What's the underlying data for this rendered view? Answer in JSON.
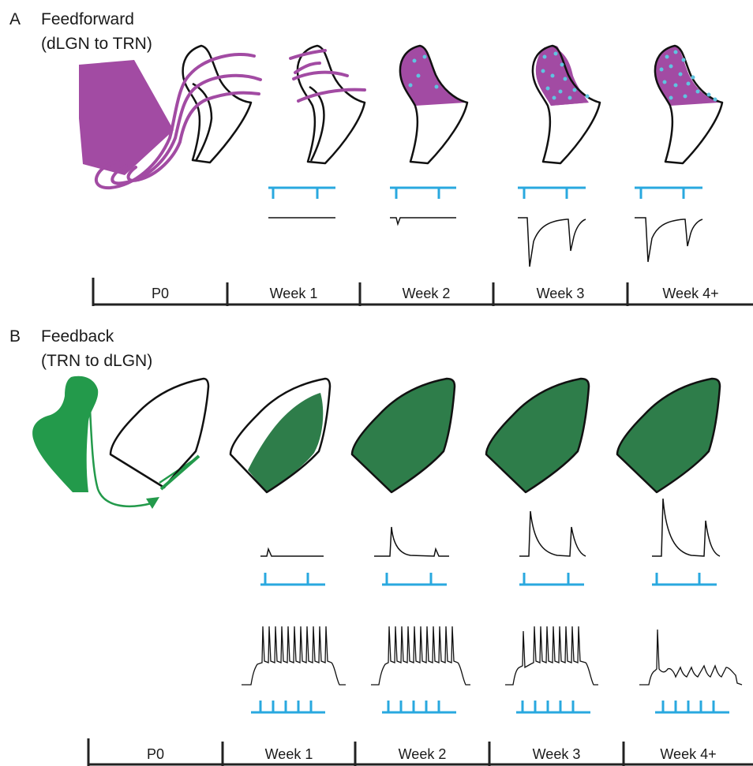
{
  "panel_a": {
    "letter": "A",
    "title": "Feedforward",
    "subtitle": "(dLGN to TRN)",
    "timeline": [
      "P0",
      "Week 1",
      "Week 2",
      "Week 3",
      "Week 4+"
    ],
    "colors": {
      "projection": "#a24ba3",
      "stimulus": "#29a8df",
      "bouton": "#5fc4e0",
      "outline": "#111111"
    },
    "response_amplitude_relative": [
      0,
      0,
      0.15,
      1.0,
      0.9
    ]
  },
  "panel_b": {
    "letter": "B",
    "title": "Feedback",
    "subtitle": "(TRN to dLGN)",
    "timeline": [
      "P0",
      "Week 1",
      "Week 2",
      "Week 3",
      "Week 4+"
    ],
    "colors": {
      "projection": "#239a4b",
      "innervated_dlgn": "#2e7d4a",
      "stimulus": "#29a8df",
      "outline": "#111111"
    },
    "dlgn_innervation_fraction": [
      0,
      0.6,
      1.0,
      1.0,
      1.0
    ],
    "ipsc_amplitude_relative": [
      0,
      0.2,
      0.55,
      0.85,
      1.0
    ],
    "stimulus_pulses_pair": 2,
    "stimulus_pulses_train": 5
  }
}
